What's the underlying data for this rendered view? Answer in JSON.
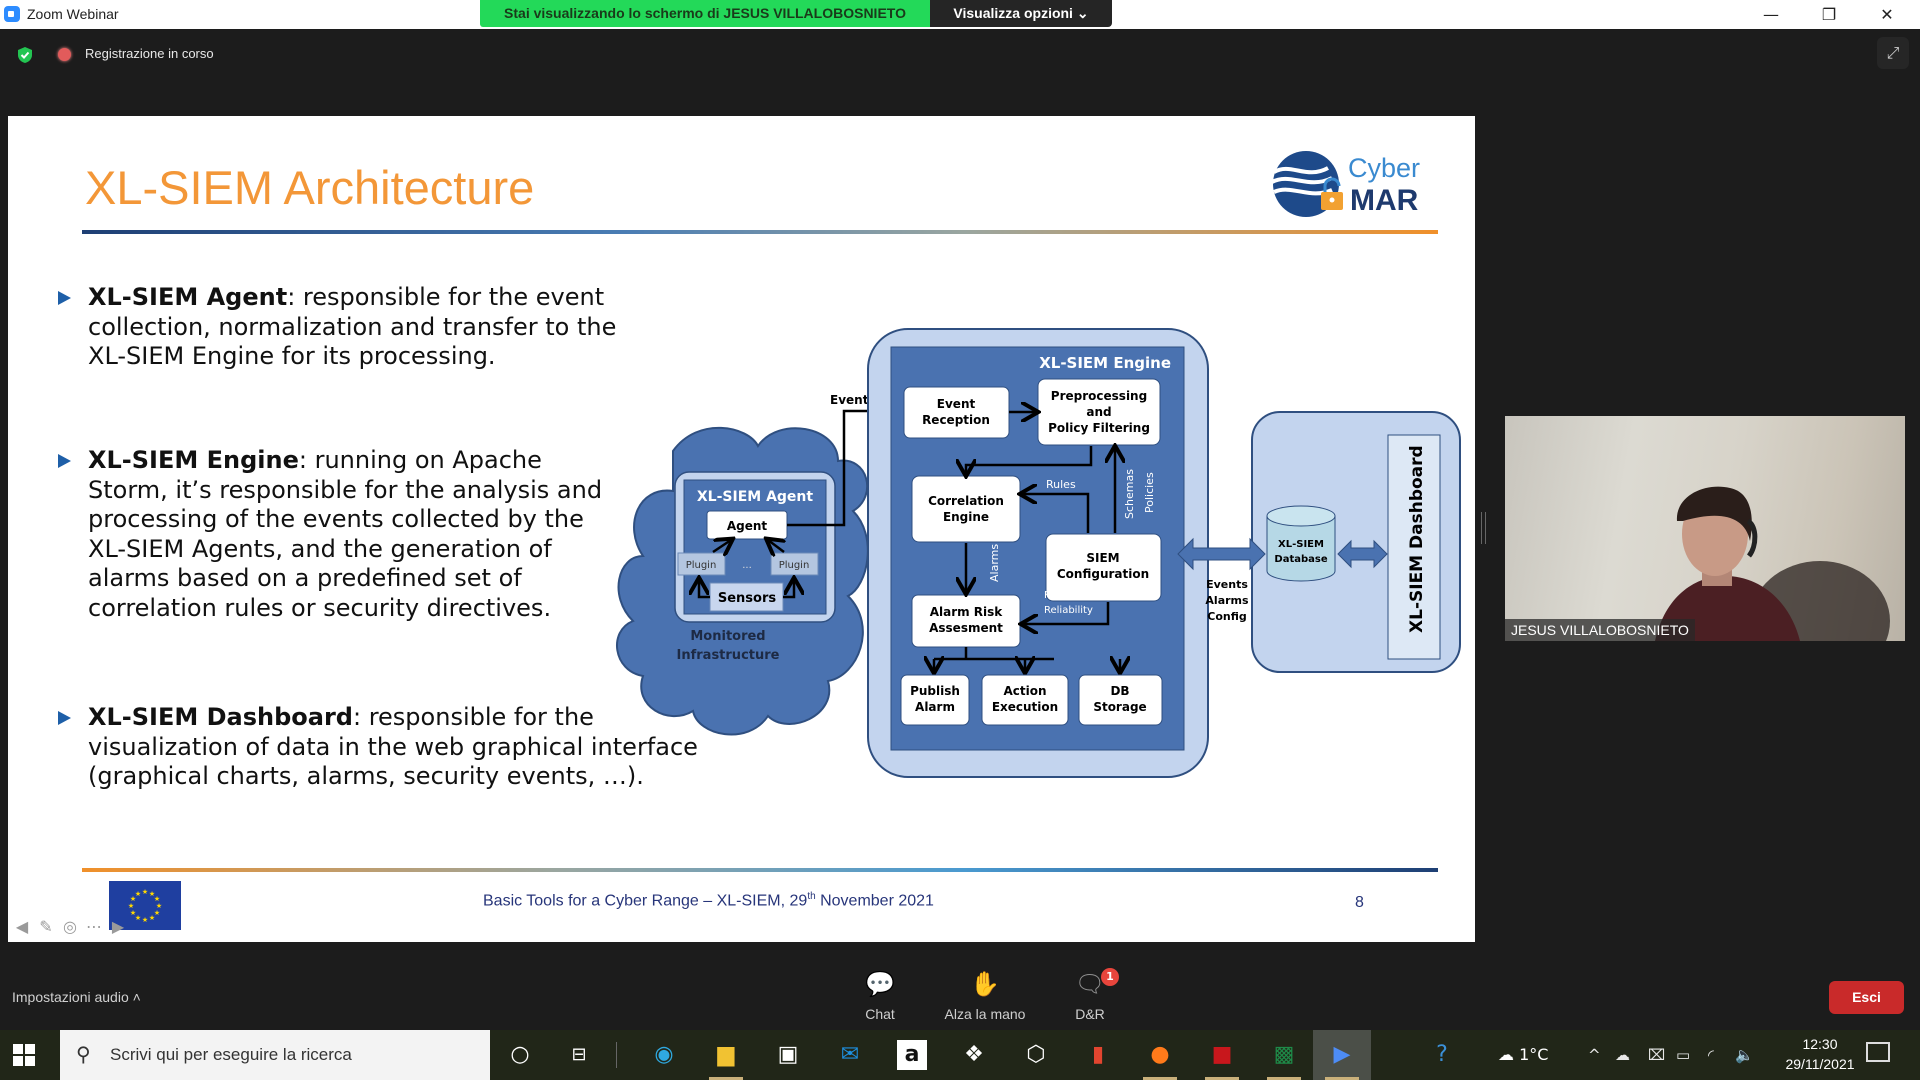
{
  "window": {
    "app_title": "Zoom Webinar",
    "share_banner": "Stai visualizzando lo schermo di JESUS VILLALOBOSNIETO",
    "view_options": "Visualizza opzioni ⌄",
    "minimize": "—",
    "restore": "❐",
    "close": "✕"
  },
  "recording": {
    "status": "Registrazione in corso",
    "security_icon": "shield-check-icon",
    "fullscreen_icon": "⤢"
  },
  "slide": {
    "title": "XL-SIEM Architecture",
    "bullets": [
      {
        "term": "XL-SIEM Agent",
        "text": ": responsible for the event collection, normalization and transfer to the XL-SIEM Engine for its processing."
      },
      {
        "term": "XL-SIEM Engine",
        "text": ": running on Apache Storm, it’s responsible for the analysis and processing of the events collected by the XL-SIEM Agents, and the generation of alarms based on a predefined set of correlation rules or security directives."
      },
      {
        "term": "XL-SIEM Dashboard",
        "text": ": responsible for the visualization of data in the web graphical interface (graphical charts, alarms, security events, …)."
      }
    ],
    "logo": {
      "line1": "Cyber",
      "line2": "MAR"
    },
    "footer_pre": "Basic Tools for a Cyber Range – XL-SIEM, 29",
    "footer_sup": "th",
    "footer_post": " November 2021",
    "page_number": "8",
    "diagram": {
      "monitored_infra": [
        "Monitored",
        "Infrastructure"
      ],
      "agent_container": "XL-SIEM Agent",
      "agent": "Agent",
      "plugin": "Plugin",
      "ellipsis": "...",
      "sensors": "Sensors",
      "events_label": "Events",
      "engine_title": "XL-SIEM Engine",
      "event_reception": [
        "Event",
        "Reception"
      ],
      "preprocessing": [
        "Preprocessing",
        "and",
        "Policy Filtering"
      ],
      "correlation": [
        "Correlation",
        "Engine"
      ],
      "siem_config": [
        "SIEM",
        "Configuration"
      ],
      "alarm_risk": [
        "Alarm Risk",
        "Assesment"
      ],
      "publish": [
        "Publish",
        "Alarm"
      ],
      "action": [
        "Action",
        "Execution"
      ],
      "db_storage": [
        "DB",
        "Storage"
      ],
      "rules": "Rules",
      "schemas": "Schemas",
      "policies": "Policies",
      "alarms": "Alarms",
      "priority": [
        "Priority/",
        "Reliability"
      ],
      "link_labels": [
        "Events",
        "Alarms",
        "Config"
      ],
      "database": [
        "XL-SIEM",
        "Database"
      ],
      "dashboard": "XL-SIEM Dashboard"
    }
  },
  "video": {
    "participant_name": "JESUS VILLALOBOSNIETO"
  },
  "controls": {
    "audio_settings": "Impostazioni audio  ˄",
    "chat": "Chat",
    "raise_hand": "Alza la mano",
    "qa": "D&R",
    "qa_badge": "1",
    "leave": "Esci"
  },
  "taskbar": {
    "search_placeholder": "Scrivi qui per eseguire la ricerca",
    "apps": [
      "cortana",
      "task-view",
      "edge",
      "file-explorer",
      "store",
      "mail",
      "amazon",
      "dropbox",
      "app-circle",
      "office",
      "firefox",
      "acrobat",
      "excel",
      "zoom"
    ],
    "weather": "1°C",
    "time": "12:30",
    "date": "29/11/2021"
  },
  "colors": {
    "title_orange": "#f39738",
    "diagram_dark_blue": "#4a72b0",
    "diagram_light_blue": "#c3d4ee",
    "share_green": "#23d959",
    "leave_red": "#c92a2a"
  }
}
